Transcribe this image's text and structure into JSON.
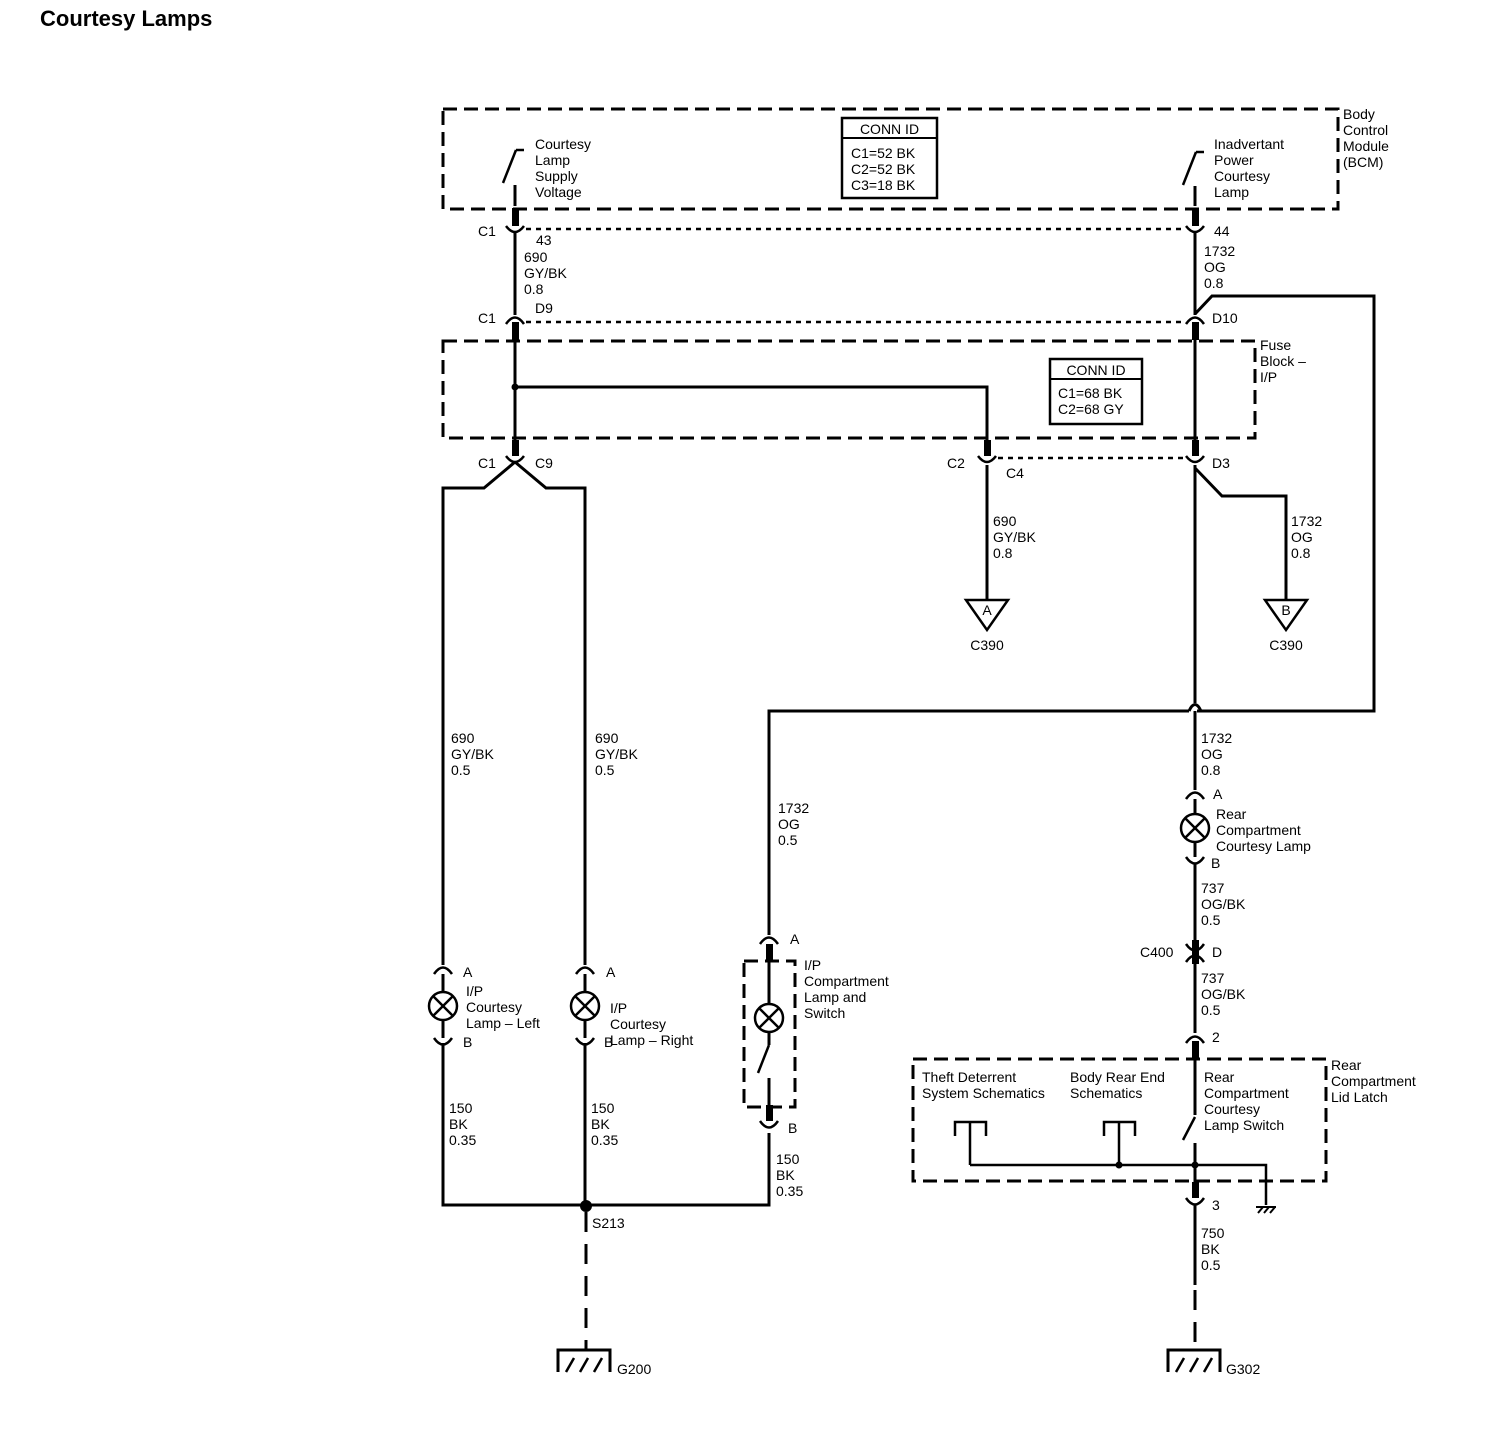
{
  "title": "Courtesy Lamps",
  "modules": {
    "bcm": {
      "label": [
        "Body",
        "Control",
        "Module",
        "(BCM)"
      ],
      "conn_id": {
        "header": "CONN ID",
        "rows": [
          "C1=52 BK",
          "C2=52 BK",
          "C3=18 BK"
        ]
      },
      "switch_left_label": [
        "Courtesy",
        "Lamp",
        "Supply",
        "Voltage"
      ],
      "switch_right_label": [
        "Inadvertant",
        "Power",
        "Courtesy",
        "Lamp"
      ]
    },
    "fuse_block": {
      "label": [
        "Fuse",
        "Block –",
        "I/P"
      ],
      "conn_id": {
        "header": "CONN ID",
        "rows": [
          "C1=68 BK",
          "C2=68 GY"
        ]
      }
    },
    "lid_latch": {
      "label": [
        "Rear",
        "Compartment",
        "Lid Latch"
      ],
      "ref_theft": [
        "Theft Deterrent",
        "System Schematics"
      ],
      "ref_body": [
        "Body Rear End",
        "Schematics"
      ],
      "switch_label": [
        "Rear",
        "Compartment",
        "Courtesy",
        "Lamp Switch"
      ]
    }
  },
  "connectors": {
    "c1_43": [
      "C1",
      "43"
    ],
    "c1_d9": [
      "C1",
      "D9"
    ],
    "c1_c9": [
      "C1",
      "C9"
    ],
    "c2_c4": [
      "C2",
      "C4"
    ],
    "pin_44": "44",
    "pin_d10": "D10",
    "pin_d3": "D3",
    "c400": [
      "C400",
      "D"
    ],
    "pin_2": "2",
    "pin_3": "3"
  },
  "wires": {
    "w690_08_top": [
      "690",
      "GY/BK",
      "0.8"
    ],
    "w1732_08_top": [
      "1732",
      "OG",
      "0.8"
    ],
    "w690_08_c390": [
      "690",
      "GY/BK",
      "0.8"
    ],
    "w1732_08_c390": [
      "1732",
      "OG",
      "0.8"
    ],
    "w690_05_left": [
      "690",
      "GY/BK",
      "0.5"
    ],
    "w690_05_right": [
      "690",
      "GY/BK",
      "0.5"
    ],
    "w1732_05_ip": [
      "1732",
      "OG",
      "0.5"
    ],
    "w1732_08_rear": [
      "1732",
      "OG",
      "0.8"
    ],
    "w737_05_a": [
      "737",
      "OG/BK",
      "0.5"
    ],
    "w737_05_b": [
      "737",
      "OG/BK",
      "0.5"
    ],
    "w150_left": [
      "150",
      "BK",
      "0.35"
    ],
    "w150_right": [
      "150",
      "BK",
      "0.35"
    ],
    "w150_ip": [
      "150",
      "BK",
      "0.35"
    ],
    "w750": [
      "750",
      "BK",
      "0.5"
    ]
  },
  "offpage": {
    "a": {
      "letter": "A",
      "ref": "C390"
    },
    "b": {
      "letter": "B",
      "ref": "C390"
    }
  },
  "lamps": {
    "left": {
      "label": [
        "I/P",
        "Courtesy",
        "Lamp – Left"
      ],
      "pin_a": "A",
      "pin_b": "B"
    },
    "right": {
      "label": [
        "I/P",
        "Courtesy",
        "Lamp – Right"
      ],
      "pin_a": "A",
      "pin_b": "B"
    },
    "ip_comp": {
      "label": [
        "I/P",
        "Compartment",
        "Lamp and",
        "Switch"
      ],
      "pin_a": "A",
      "pin_b": "B"
    },
    "rear": {
      "label": [
        "Rear",
        "Compartment",
        "Courtesy Lamp"
      ],
      "pin_a": "A",
      "pin_b": "B"
    }
  },
  "splice": "S213",
  "grounds": {
    "g200": "G200",
    "g302": "G302"
  }
}
